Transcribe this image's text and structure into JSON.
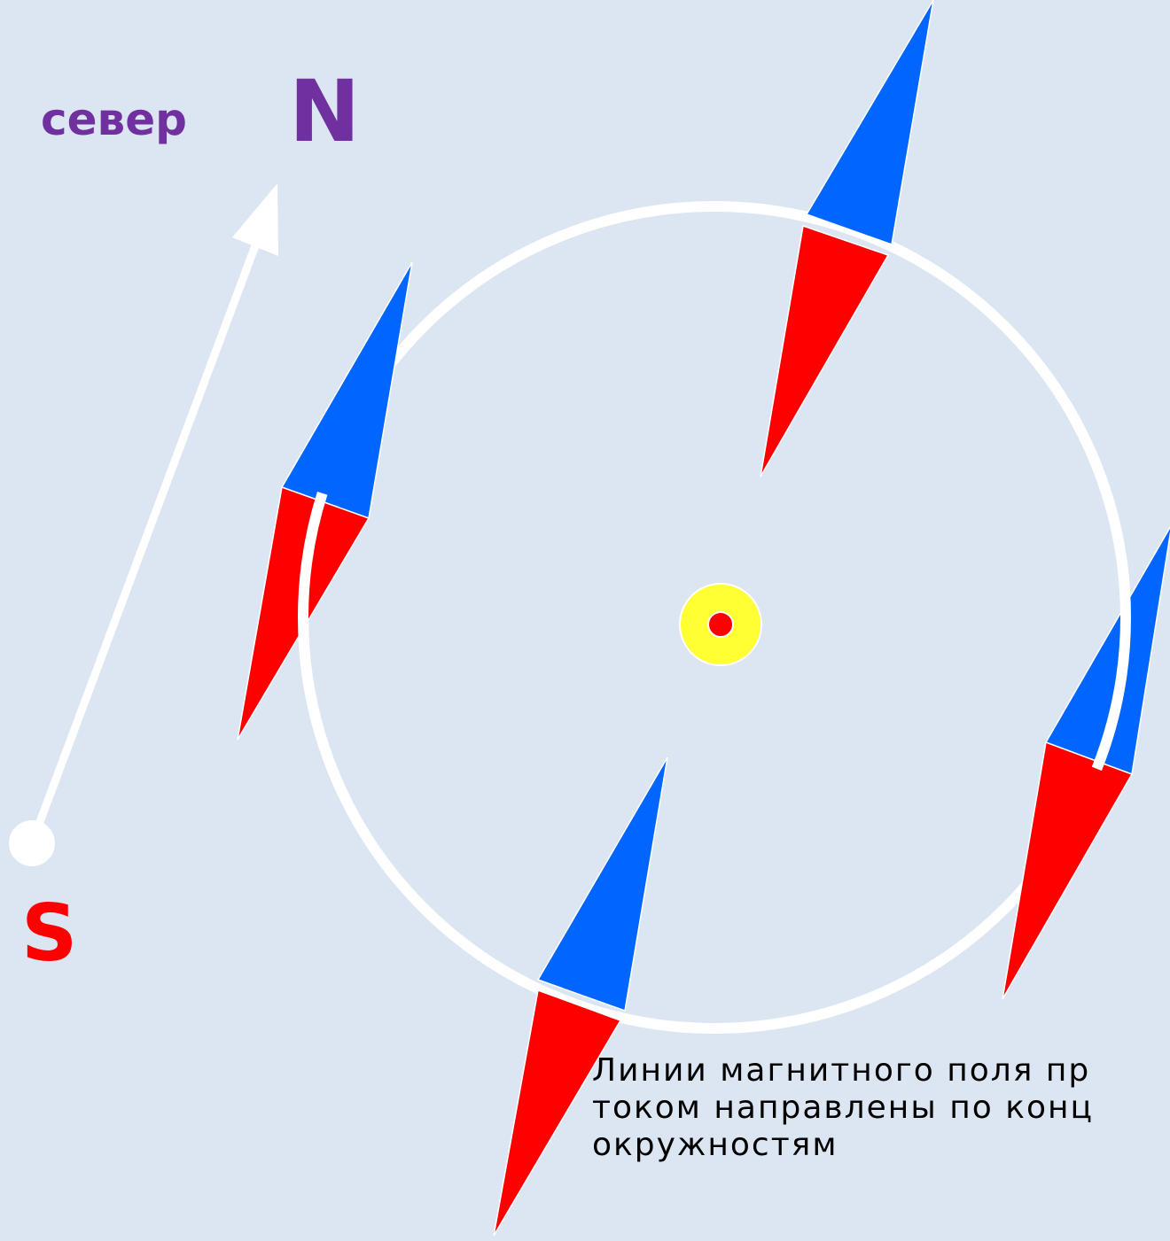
{
  "labels": {
    "north_word": "север",
    "north_letter": "N",
    "south_letter": "S",
    "caption": "Линии магнитного поля пр током направлены по конц окружностям"
  },
  "colors": {
    "background": "#dce6f2",
    "north_label": "#7030a0",
    "south_label": "#ff0000",
    "needle_north": "#0066ff",
    "needle_south": "#ff0000",
    "field_line": "#ffffff",
    "conductor_outer": "#ffff33",
    "conductor_inner": "#ff0000"
  },
  "icons": {
    "compass_needles": "compass-needle-icon",
    "conductor": "current-into-page-icon",
    "direction_arrow": "arrow-icon"
  }
}
